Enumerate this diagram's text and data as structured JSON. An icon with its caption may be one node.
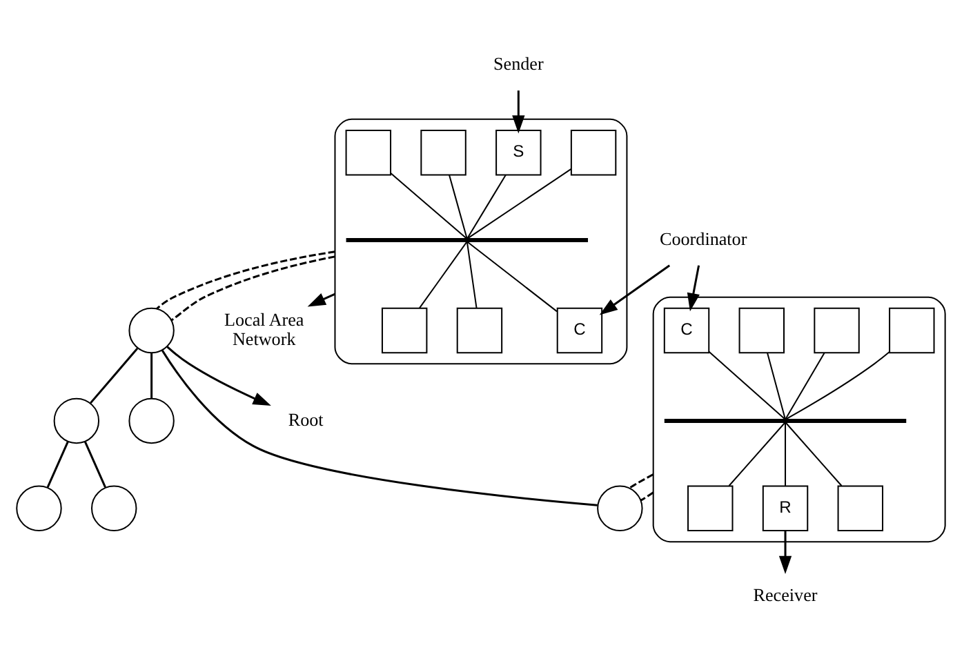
{
  "diagram": {
    "nodes": [
      {
        "text": [
          "Sender"
        ]
      },
      {
        "text": [],
        "shape": "ellipse"
      },
      {
        "text": [],
        "shape": "box",
        "in": 1
      },
      {
        "text": [
          "S"
        ],
        "in": 1
      },
      {
        "text": [],
        "shape": "box",
        "in": 1
      },
      {
        "text": [],
        "shape": "box",
        "in": 1
      },
      {
        "text": [],
        "shape": "bar",
        "in": 1
      },
      {
        "text": [
          "C"
        ],
        "in": 1
      },
      {
        "text": [],
        "shape": "box",
        "in": 1
      },
      {
        "text": [],
        "shape": "box",
        "in": 1
      },
      {
        "text": [
          "Coordinator"
        ]
      },
      {
        "text": [],
        "shape": "ellipse"
      },
      {
        "text": [],
        "shape": "box",
        "in": 11
      },
      {
        "text": [],
        "shape": "box",
        "in": 11
      },
      {
        "text": [],
        "shape": "box",
        "in": 11
      },
      {
        "text": [
          "C"
        ],
        "in": 11
      },
      {
        "text": [],
        "shape": "bar",
        "in": 11
      },
      {
        "text": [],
        "shape": "box",
        "in": 11
      },
      {
        "text": [
          "R"
        ],
        "in": 11
      },
      {
        "text": [],
        "shape": "box",
        "in": 11
      },
      {
        "text": [],
        "shape": "circle"
      },
      {
        "text": [
          "Root"
        ]
      },
      {
        "text": [
          "Local Area Network"
        ]
      },
      {
        "text": [],
        "shape": "circle"
      },
      {
        "text": [],
        "shape": "circle"
      },
      {
        "text": [],
        "shape": "circle"
      },
      {
        "text": [
          "Receiver"
        ]
      },
      {
        "text": [],
        "shape": "circle"
      },
      {
        "text": [],
        "shape": "circle"
      }
    ],
    "edges": [
      {
        "from": 0,
        "to": 3,
        "arrow": "to"
      },
      {
        "from": 2,
        "to": 6,
        "arrow": "none"
      },
      {
        "from": 3,
        "to": 6,
        "arrow": "none"
      },
      {
        "from": 4,
        "to": 6,
        "arrow": "none"
      },
      {
        "from": 5,
        "to": 6,
        "arrow": "none"
      },
      {
        "from": 6,
        "to": 7,
        "arrow": "none"
      },
      {
        "from": 6,
        "to": 8,
        "arrow": "none"
      },
      {
        "from": 6,
        "to": 9,
        "arrow": "none"
      },
      {
        "from": 10,
        "to": 15,
        "arrow": "to"
      },
      {
        "from": 10,
        "to": 7,
        "arrow": "to"
      },
      {
        "from": 12,
        "to": 16,
        "arrow": "none"
      },
      {
        "from": 13,
        "to": 16,
        "arrow": "none"
      },
      {
        "from": 14,
        "to": 16,
        "arrow": "none"
      },
      {
        "from": 15,
        "to": 16,
        "arrow": "none"
      },
      {
        "from": 16,
        "to": 17,
        "arrow": "none"
      },
      {
        "from": 16,
        "to": 18,
        "arrow": "none"
      },
      {
        "from": 16,
        "to": 19,
        "arrow": "none"
      },
      {
        "from": 1,
        "to": 22,
        "arrow": "to"
      },
      {
        "from": 1,
        "to": 20,
        "arrow": "none",
        "style": "dashed"
      },
      {
        "from": 1,
        "to": 20,
        "arrow": "none",
        "style": "dashed"
      },
      {
        "from": 20,
        "to": 21,
        "arrow": "to"
      },
      {
        "from": 11,
        "to": 23,
        "arrow": "none",
        "style": "dashed"
      },
      {
        "from": 11,
        "to": 23,
        "arrow": "none",
        "style": "dashed"
      },
      {
        "from": 20,
        "to": 23,
        "arrow": "none"
      },
      {
        "from": 20,
        "to": 24,
        "arrow": "none"
      },
      {
        "from": 20,
        "to": 25,
        "arrow": "none"
      },
      {
        "from": 18,
        "to": 26,
        "arrow": "to"
      },
      {
        "from": 25,
        "to": 27,
        "arrow": "none"
      },
      {
        "from": 25,
        "to": 28,
        "arrow": "none"
      }
    ]
  }
}
